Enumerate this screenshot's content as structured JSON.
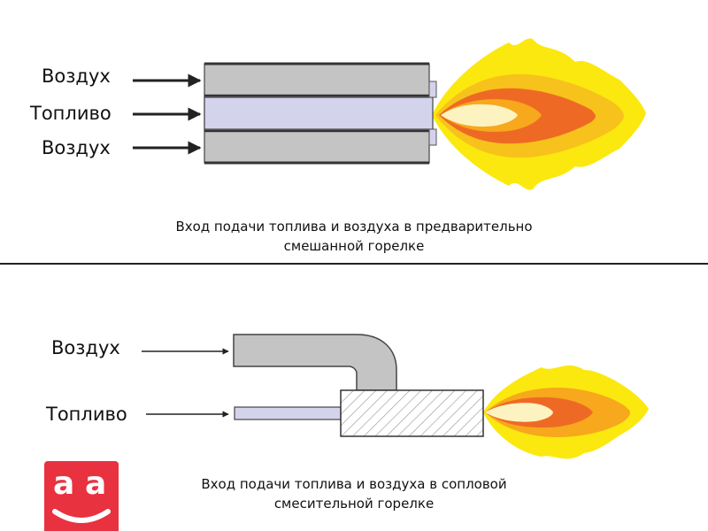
{
  "top": {
    "labels": [
      "Воздух",
      "Топливо",
      "Воздух"
    ],
    "caption_line1": "Вход подачи топлива и воздуха в предварительно",
    "caption_line2": "смешанной горелке"
  },
  "bottom": {
    "label_air": "Воздух",
    "label_fuel": "Топливо",
    "caption_line1": "Вход подачи топлива и воздуха в сопловой",
    "caption_line2": "смесительной горелке"
  },
  "logo": {
    "letters": [
      "a",
      "a"
    ],
    "color": "#e8323f"
  },
  "colors": {
    "tube_gray": "#c4c4c4",
    "fuel_lavender": "#d4d3ec",
    "flame_yellow": "#fbe80f",
    "flame_orange": "#f7a81c",
    "flame_red": "#ee6a24",
    "flame_core": "#fdf3c0"
  }
}
